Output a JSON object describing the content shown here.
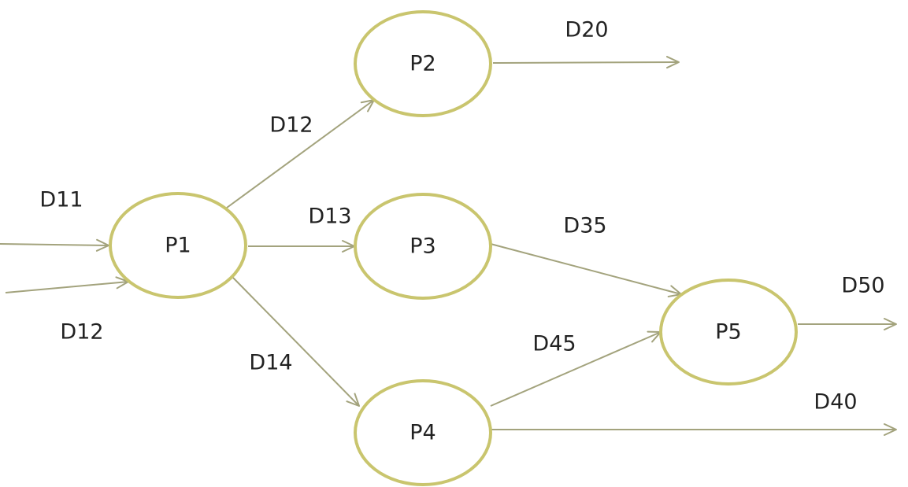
{
  "nodes": [
    {
      "id": "P1",
      "label": "P1"
    },
    {
      "id": "P2",
      "label": "P2"
    },
    {
      "id": "P3",
      "label": "P3"
    },
    {
      "id": "P4",
      "label": "P4"
    },
    {
      "id": "P5",
      "label": "P5"
    }
  ],
  "edges": [
    {
      "id": "in-top",
      "from": "",
      "to": "P1",
      "label": "D11"
    },
    {
      "id": "in-bottom",
      "from": "",
      "to": "P1",
      "label": "D12"
    },
    {
      "id": "p1-p2",
      "from": "P1",
      "to": "P2",
      "label": "D12"
    },
    {
      "id": "p1-p3",
      "from": "P1",
      "to": "P3",
      "label": "D13"
    },
    {
      "id": "p1-p4",
      "from": "P1",
      "to": "P4",
      "label": "D14"
    },
    {
      "id": "p2-out",
      "from": "P2",
      "to": "",
      "label": "D20"
    },
    {
      "id": "p3-p5",
      "from": "P3",
      "to": "P5",
      "label": "D35"
    },
    {
      "id": "p4-p5",
      "from": "P4",
      "to": "P5",
      "label": "D45"
    },
    {
      "id": "p5-out",
      "from": "P5",
      "to": "",
      "label": "D50"
    },
    {
      "id": "p4-out",
      "from": "P4",
      "to": "",
      "label": "D40"
    }
  ],
  "colors": {
    "node_border": "#c9c56e",
    "edge": "#a3a37d",
    "text": "#222222"
  }
}
